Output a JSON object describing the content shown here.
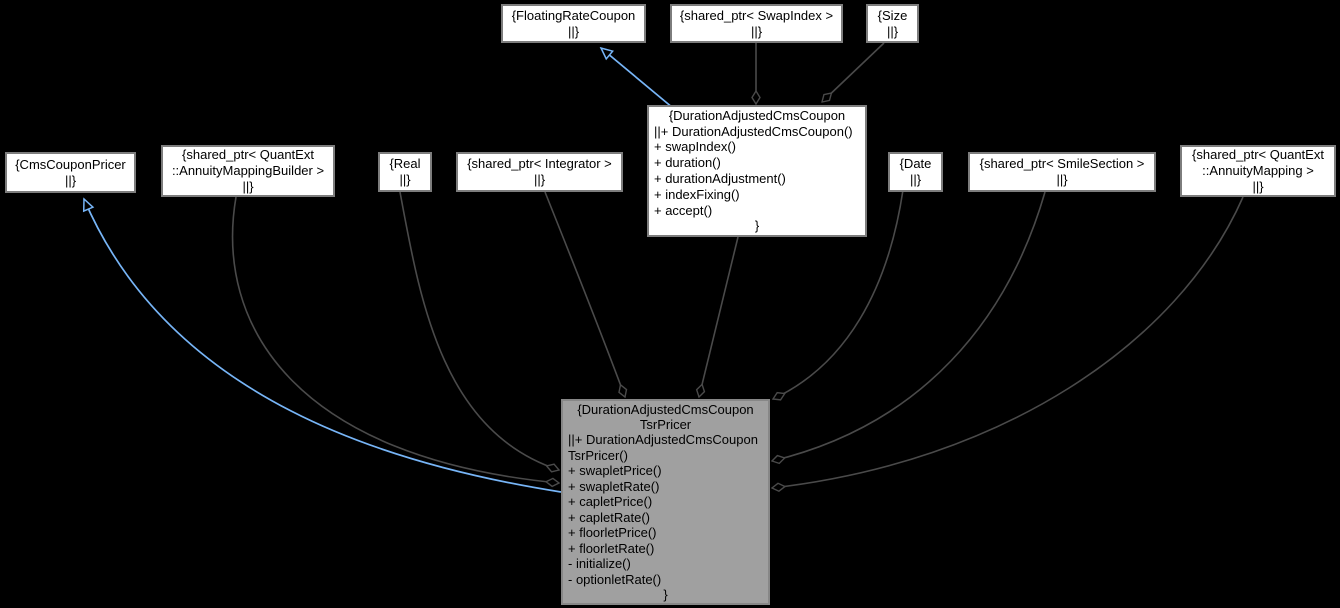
{
  "diagram": {
    "kind": "uml-collaboration-graph",
    "colors": {
      "background": "#000000",
      "node_fill": "#ffffff",
      "node_border": "#7d7d7d",
      "highlight_fill": "#a0a0a0",
      "highlight_border": "#878787",
      "edge": "#4a4a4a",
      "inheritance_edge": "#77b5f7",
      "text": "#000000"
    },
    "nodes": {
      "floating_rate_coupon": {
        "lines": [
          "{FloatingRateCoupon",
          "||}"
        ]
      },
      "swap_index_ptr": {
        "lines": [
          "{shared_ptr< SwapIndex >",
          "||}"
        ]
      },
      "size": {
        "lines": [
          "{Size",
          "||}"
        ]
      },
      "cms_coupon_pricer": {
        "lines": [
          "{CmsCouponPricer",
          "||}"
        ]
      },
      "annuity_mapping_builder_ptr": {
        "lines": [
          "{shared_ptr< QuantExt",
          "::AnnuityMappingBuilder >",
          "||}"
        ]
      },
      "real": {
        "lines": [
          "{Real",
          "||}"
        ]
      },
      "integrator_ptr": {
        "lines": [
          "{shared_ptr< Integrator >",
          "||}"
        ]
      },
      "duration_adjusted_cms_coupon": {
        "lines": [
          "{DurationAdjustedCmsCoupon",
          "||+ DurationAdjustedCmsCoupon()",
          "+ swapIndex()",
          "+ duration()",
          "+ durationAdjustment()",
          "+ indexFixing()",
          "+ accept()",
          "}"
        ]
      },
      "date": {
        "lines": [
          "{Date",
          "||}"
        ]
      },
      "smile_section_ptr": {
        "lines": [
          "{shared_ptr< SmileSection >",
          "||}"
        ]
      },
      "annuity_mapping_ptr": {
        "lines": [
          "{shared_ptr< QuantExt",
          "::AnnuityMapping >",
          "||}"
        ]
      },
      "tsr_pricer": {
        "lines": [
          "{DurationAdjustedCmsCoupon",
          "TsrPricer",
          "||+ DurationAdjustedCmsCoupon",
          "TsrPricer()",
          "+ swapletPrice()",
          "+ swapletRate()",
          "+ capletPrice()",
          "+ capletRate()",
          "+ floorletPrice()",
          "+ floorletRate()",
          "- initialize()",
          "- optionletRate()",
          "}"
        ]
      }
    },
    "edges": [
      {
        "from": "DurationAdjustedCmsCoupon",
        "to": "FloatingRateCoupon",
        "type": "inheritance"
      },
      {
        "from": "DurationAdjustedCmsCouponTsrPricer",
        "to": "CmsCouponPricer",
        "type": "inheritance"
      },
      {
        "from": "DurationAdjustedCmsCoupon",
        "to": "shared_ptr< SwapIndex >",
        "type": "aggregation"
      },
      {
        "from": "DurationAdjustedCmsCoupon",
        "to": "Size",
        "type": "aggregation"
      },
      {
        "from": "DurationAdjustedCmsCouponTsrPricer",
        "to": "DurationAdjustedCmsCoupon",
        "type": "aggregation"
      },
      {
        "from": "DurationAdjustedCmsCouponTsrPricer",
        "to": "shared_ptr< Integrator >",
        "type": "aggregation"
      },
      {
        "from": "DurationAdjustedCmsCouponTsrPricer",
        "to": "shared_ptr< QuantExt::AnnuityMappingBuilder >",
        "type": "aggregation"
      },
      {
        "from": "DurationAdjustedCmsCouponTsrPricer",
        "to": "Real",
        "type": "aggregation"
      },
      {
        "from": "DurationAdjustedCmsCouponTsrPricer",
        "to": "Date",
        "type": "aggregation"
      },
      {
        "from": "DurationAdjustedCmsCouponTsrPricer",
        "to": "shared_ptr< SmileSection >",
        "type": "aggregation"
      },
      {
        "from": "DurationAdjustedCmsCouponTsrPricer",
        "to": "shared_ptr< QuantExt::AnnuityMapping >",
        "type": "aggregation"
      }
    ]
  }
}
